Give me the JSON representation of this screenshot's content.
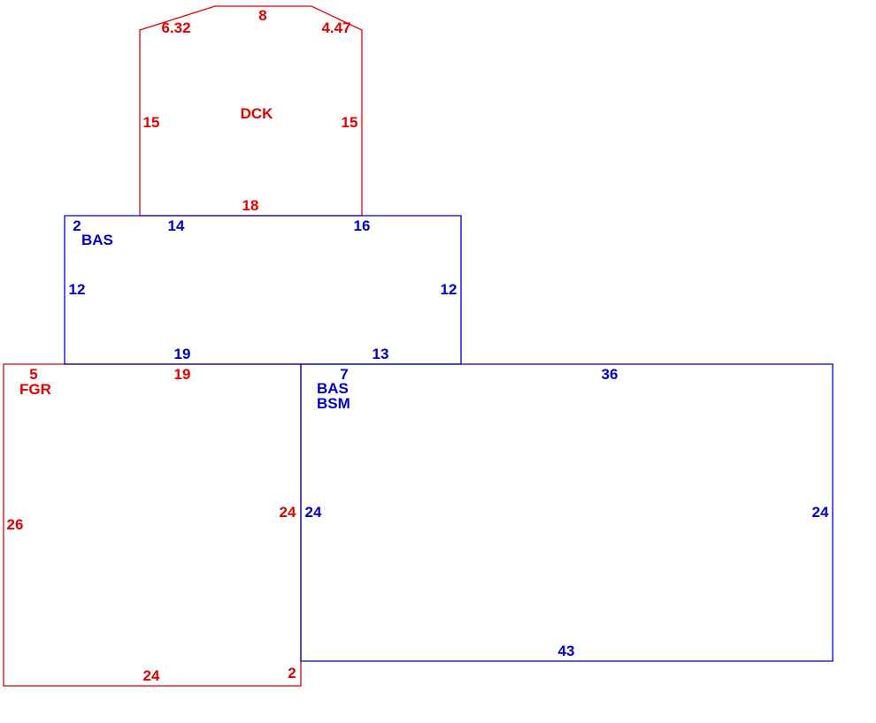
{
  "colors": {
    "red": "#e00000",
    "blue": "#0000c8"
  },
  "dck": {
    "name": "DCK",
    "dims": {
      "top_left_bevel": "6.32",
      "top": "8",
      "top_right_bevel": "4.47",
      "left": "15",
      "right": "15",
      "bottom": "18"
    }
  },
  "bas_upper": {
    "name": "BAS",
    "dims": {
      "corner": "2",
      "top_left": "14",
      "top_right": "16",
      "left": "12",
      "right": "12",
      "bottom_left": "19",
      "bottom_right": "13"
    }
  },
  "fgr": {
    "name": "FGR",
    "dims": {
      "corner": "5",
      "top": "19",
      "left": "26",
      "right": "24",
      "bottom": "24",
      "bottom_corner": "2"
    }
  },
  "bas_lower": {
    "name_1": "BAS",
    "name_2": "BSM",
    "dims": {
      "corner": "7",
      "top": "36",
      "left": "24",
      "right": "24",
      "bottom": "43"
    }
  }
}
